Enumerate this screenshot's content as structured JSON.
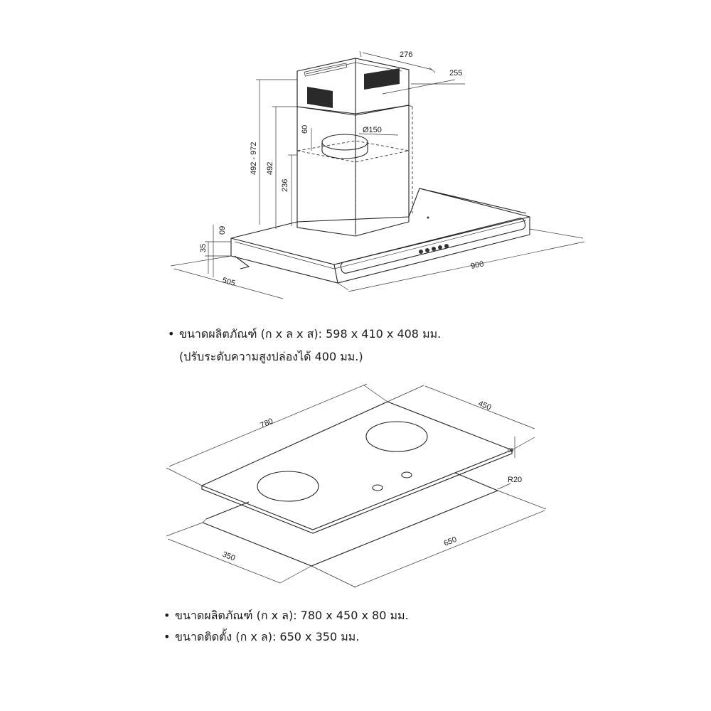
{
  "hood": {
    "dim_top_depth": "276",
    "dim_top_width": "255",
    "dim_duct_diameter": "Ø150",
    "dim_collar": "60",
    "dim_height_range": "492 - 972",
    "dim_chimney": "492",
    "dim_lower_chimney": "236",
    "dim_canopy_edge": "09",
    "dim_canopy_thickness": "35",
    "dim_depth": "505",
    "dim_width": "900",
    "spec_line1": "ขนาดผลิตภัณฑ์ (ก x ล x ส): 598 x 410 x 408 มม.",
    "spec_line2": "(ปรับระดับความสูงปล่องได้ 400 มม.)"
  },
  "hob": {
    "dim_length": "780",
    "dim_width": "450",
    "dim_thickness": "8",
    "dim_radius": "R20",
    "dim_cutout_length": "650",
    "dim_cutout_width": "350",
    "spec_line1": "ขนาดผลิตภัณฑ์ (ก x ล): 780 x 450 x 80 มม.",
    "spec_line2": "ขนาดติดตั้ง (ก x ล): 650 x 350 มม."
  },
  "bullet_symbol": "•"
}
